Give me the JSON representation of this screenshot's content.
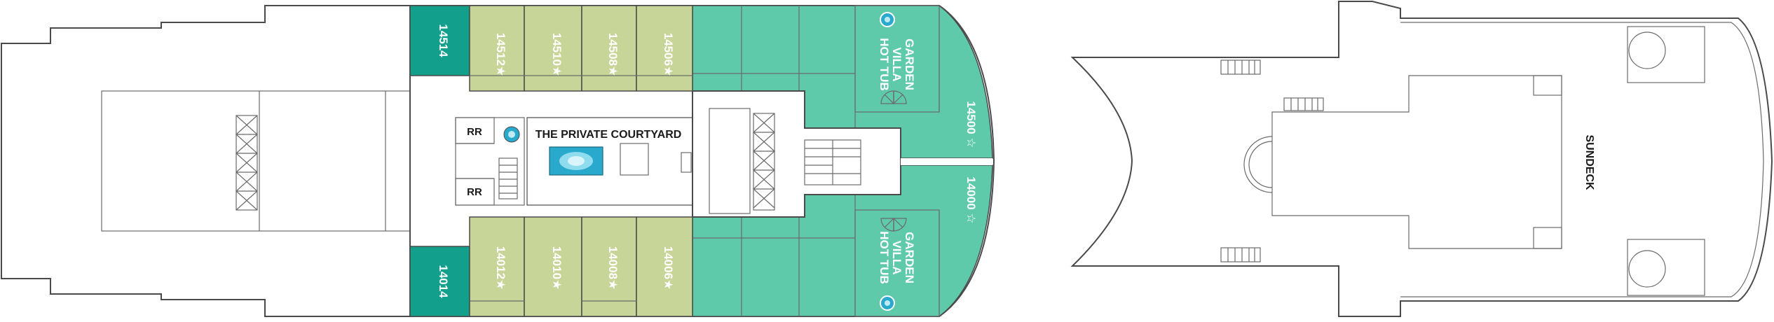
{
  "colors": {
    "suite_teal": "#129f8c",
    "stateroom_olive": "#c8d598",
    "villa_mint": "#5fcaaa",
    "pool_blue": "#29a9cc",
    "outline": "#4a4a4a"
  },
  "rooms": {
    "r14514": "14514",
    "r14512": "14512★",
    "r14510": "14510★",
    "r14508": "14508★",
    "r14506": "14506★",
    "r14014": "14014",
    "r14012": "14012★",
    "r14010": "14010★",
    "r14008": "14008★",
    "r14006": "14006★",
    "r14500": "14500 ☆",
    "r14000": "14000 ☆"
  },
  "labels": {
    "rr_top": "RR",
    "rr_bottom": "RR",
    "courtyard": "THE PRIVATE COURTYARD",
    "hot_tub_top": [
      "GARDEN",
      "VILLA",
      "HOT TUB"
    ],
    "hot_tub_bottom": [
      "GARDEN",
      "VILLA",
      "HOT TUB"
    ],
    "sundeck": "SUNDECK"
  },
  "icons": {
    "hot_tub": "hot-tub-icon",
    "stairs": "stairs-icon",
    "elevator": "elevator-icon",
    "spiral_stair": "spiral-stair-icon"
  }
}
